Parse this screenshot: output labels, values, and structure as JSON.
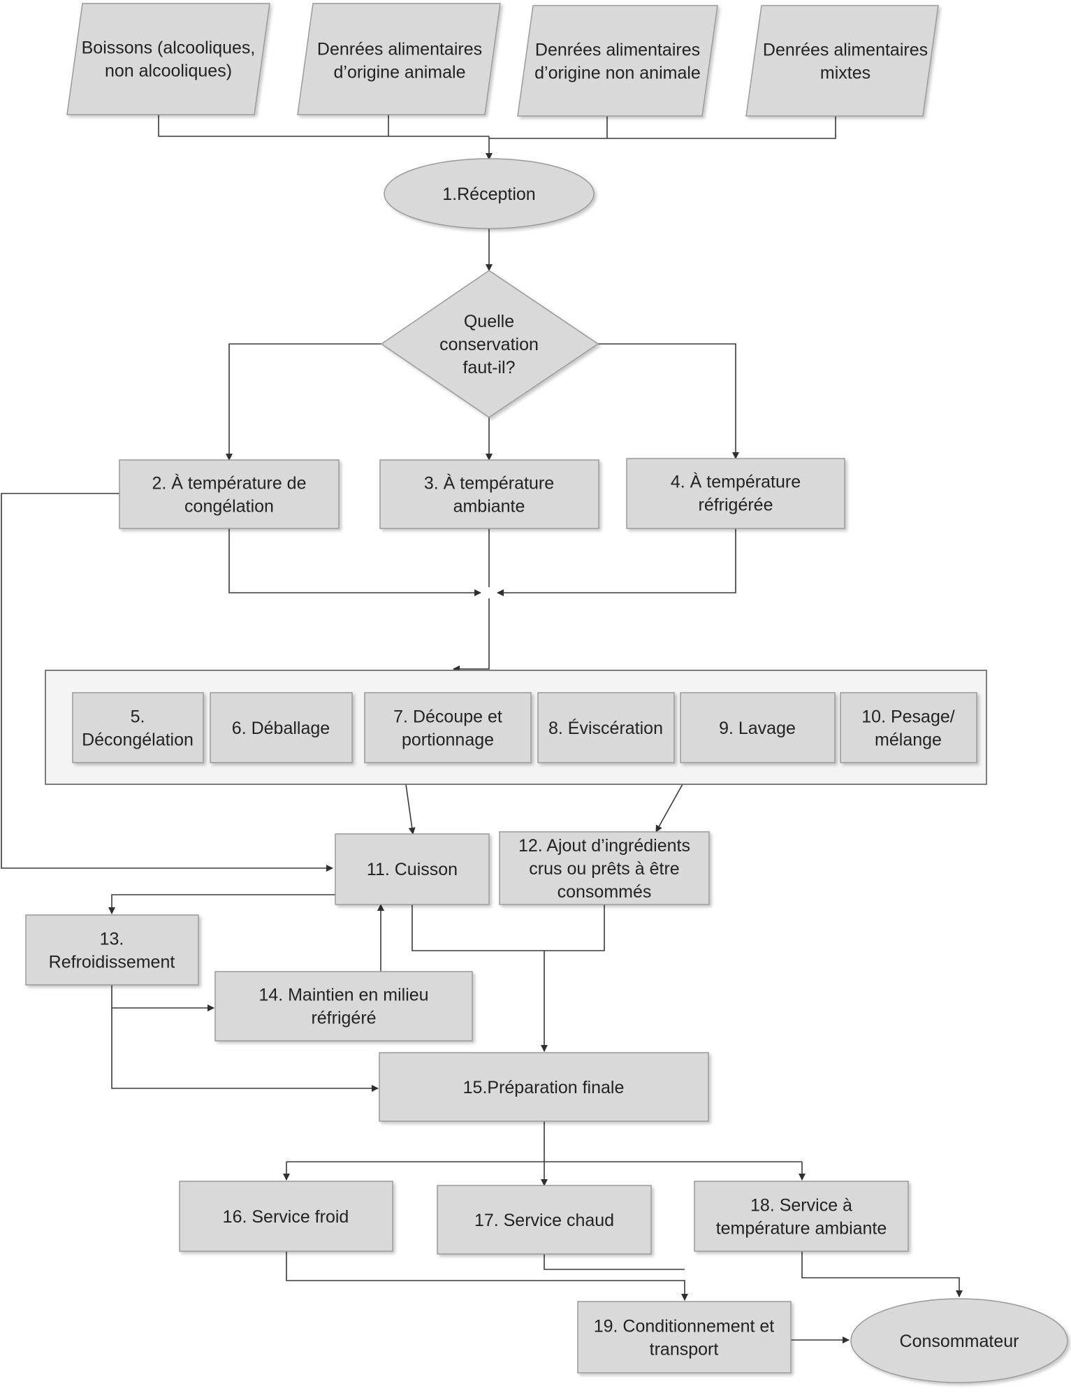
{
  "diagram": {
    "inputs": [
      {
        "id": "boissons",
        "lines": [
          "Boissons (alcooliques,",
          "non alcooliques)"
        ]
      },
      {
        "id": "animale",
        "lines": [
          "Denrées alimentaires",
          "d’origine animale"
        ]
      },
      {
        "id": "non-animale",
        "lines": [
          "Denrées alimentaires",
          "d’origine non animale"
        ]
      },
      {
        "id": "mixtes",
        "lines": [
          "Denrées alimentaires",
          "mixtes"
        ]
      }
    ],
    "reception": {
      "lines": [
        "1.Réception"
      ]
    },
    "decision": {
      "lines": [
        "Quelle",
        "conservation",
        "faut-il?"
      ]
    },
    "storage": [
      {
        "id": "congelation",
        "lines": [
          "2. À température de",
          "congélation"
        ]
      },
      {
        "id": "ambiante",
        "lines": [
          "3. À température",
          "ambiante"
        ]
      },
      {
        "id": "refrigeree",
        "lines": [
          "4. À température",
          "réfrigérée"
        ]
      }
    ],
    "preparation_steps": [
      {
        "id": "decongelation",
        "lines": [
          "5.",
          "Décongélation"
        ]
      },
      {
        "id": "deballage",
        "lines": [
          "6. Déballage"
        ]
      },
      {
        "id": "decoupe",
        "lines": [
          "7. Découpe et",
          "portionnage"
        ]
      },
      {
        "id": "evisceration",
        "lines": [
          "8. Éviscération"
        ]
      },
      {
        "id": "lavage",
        "lines": [
          "9. Lavage"
        ]
      },
      {
        "id": "pesage",
        "lines": [
          "10. Pesage/",
          "mélange"
        ]
      }
    ],
    "cuisson": {
      "lines": [
        "11. Cuisson"
      ]
    },
    "ajout": {
      "lines": [
        "12. Ajout d’ingrédients",
        "crus ou prêts à être",
        "consommés"
      ]
    },
    "refroidissement": {
      "lines": [
        "13.",
        "Refroidissement"
      ]
    },
    "maintien": {
      "lines": [
        "14. Maintien en milieu",
        "réfrigéré"
      ]
    },
    "preparation_finale": {
      "lines": [
        "15.Préparation finale"
      ]
    },
    "services": [
      {
        "id": "froid",
        "lines": [
          "16. Service froid"
        ]
      },
      {
        "id": "chaud",
        "lines": [
          "17. Service chaud"
        ]
      },
      {
        "id": "ambiant",
        "lines": [
          "18. Service à",
          "température ambiante"
        ]
      }
    ],
    "conditionnement": {
      "lines": [
        "19. Conditionnement et",
        "transport"
      ]
    },
    "consommateur": {
      "lines": [
        "Consommateur"
      ]
    }
  }
}
